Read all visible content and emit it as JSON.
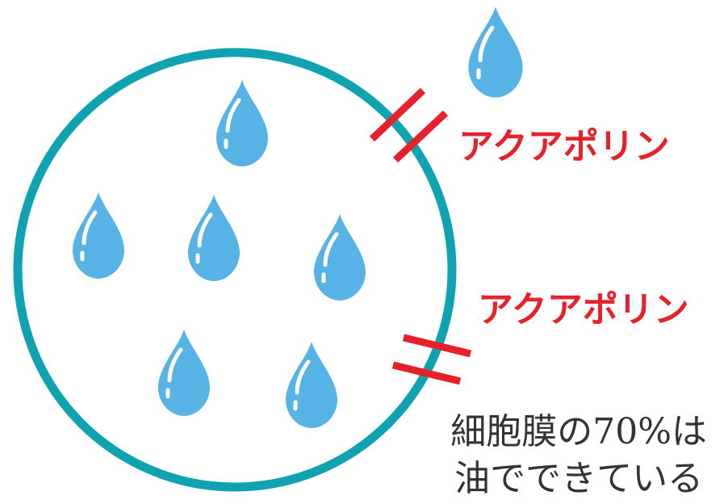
{
  "diagram": {
    "aquaporin_labels": [
      "アクアポリン",
      "アクアポリン"
    ],
    "note_lines": [
      "細胞膜の70%は",
      "油でできている"
    ],
    "colors": {
      "membrane": "#0fa3b1",
      "drop": "#57b2e6",
      "drop_highlight": "#ffffff",
      "channel": "#e6212b",
      "label": "#e6212b",
      "note": "#333333"
    },
    "icons": [
      "water-drop-icon"
    ]
  }
}
